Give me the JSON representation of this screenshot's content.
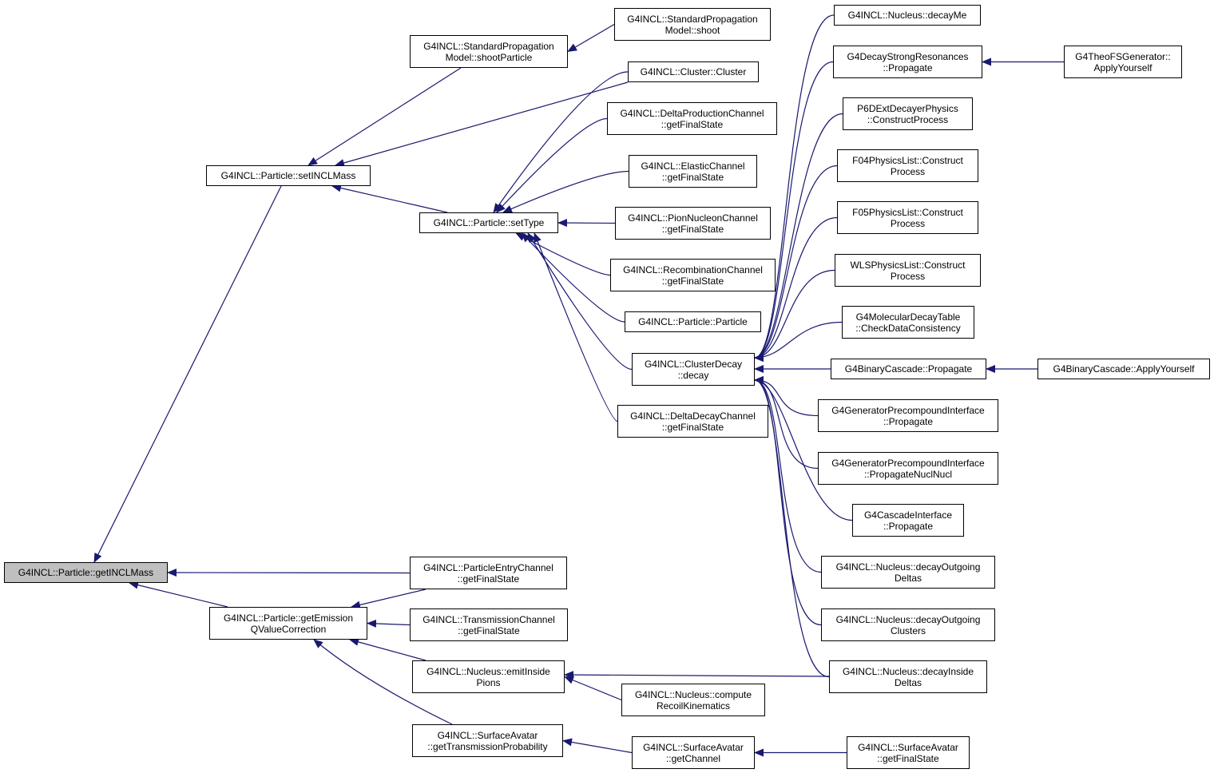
{
  "diagram": {
    "nodes": [
      {
        "id": "root",
        "lines": [
          "G4INCL::Particle::getINCLMass"
        ],
        "root": true
      },
      {
        "id": "setINCLMass",
        "lines": [
          "G4INCL::Particle::setINCLMass"
        ]
      },
      {
        "id": "getEmission",
        "lines": [
          "G4INCL::Particle::getEmission",
          "QValueCorrection"
        ]
      },
      {
        "id": "shootParticle",
        "lines": [
          "G4INCL::StandardPropagation",
          "Model::shootParticle"
        ]
      },
      {
        "id": "shoot",
        "lines": [
          "G4INCL::StandardPropagation",
          "Model::shoot"
        ]
      },
      {
        "id": "clusterCluster",
        "lines": [
          "G4INCL::Cluster::Cluster"
        ]
      },
      {
        "id": "setType",
        "lines": [
          "G4INCL::Particle::setType"
        ]
      },
      {
        "id": "deltaProd",
        "lines": [
          "G4INCL::DeltaProductionChannel",
          "::getFinalState"
        ]
      },
      {
        "id": "elastic",
        "lines": [
          "G4INCL::ElasticChannel",
          "::getFinalState"
        ]
      },
      {
        "id": "pionNucleon",
        "lines": [
          "G4INCL::PionNucleonChannel",
          "::getFinalState"
        ]
      },
      {
        "id": "recombination",
        "lines": [
          "G4INCL::RecombinationChannel",
          "::getFinalState"
        ]
      },
      {
        "id": "particleParticle",
        "lines": [
          "G4INCL::Particle::Particle"
        ]
      },
      {
        "id": "clusterDecay",
        "lines": [
          "G4INCL::ClusterDecay",
          "::decay"
        ]
      },
      {
        "id": "deltaDecay",
        "lines": [
          "G4INCL::DeltaDecayChannel",
          "::getFinalState"
        ]
      },
      {
        "id": "nucleusDecayMe",
        "lines": [
          "G4INCL::Nucleus::decayMe"
        ]
      },
      {
        "id": "strongRes",
        "lines": [
          "G4DecayStrongResonances",
          "::Propagate"
        ]
      },
      {
        "id": "theoFS",
        "lines": [
          "G4TheoFSGenerator::",
          "ApplyYourself"
        ]
      },
      {
        "id": "p6d",
        "lines": [
          "P6DExtDecayerPhysics",
          "::ConstructProcess"
        ]
      },
      {
        "id": "f04",
        "lines": [
          "F04PhysicsList::Construct",
          "Process"
        ]
      },
      {
        "id": "f05",
        "lines": [
          "F05PhysicsList::Construct",
          "Process"
        ]
      },
      {
        "id": "wls",
        "lines": [
          "WLSPhysicsList::Construct",
          "Process"
        ]
      },
      {
        "id": "molecular",
        "lines": [
          "G4MolecularDecayTable",
          "::CheckDataConsistency"
        ]
      },
      {
        "id": "binaryProp",
        "lines": [
          "G4BinaryCascade::Propagate"
        ]
      },
      {
        "id": "binaryApply",
        "lines": [
          "G4BinaryCascade::ApplyYourself"
        ]
      },
      {
        "id": "genPrecompound",
        "lines": [
          "G4GeneratorPrecompoundInterface",
          "::Propagate"
        ]
      },
      {
        "id": "genPrecompoundNN",
        "lines": [
          "G4GeneratorPrecompoundInterface",
          "::PropagateNuclNucl"
        ]
      },
      {
        "id": "cascadeInterface",
        "lines": [
          "G4CascadeInterface",
          "::Propagate"
        ]
      },
      {
        "id": "decayOutDeltas",
        "lines": [
          "G4INCL::Nucleus::decayOutgoing",
          "Deltas"
        ]
      },
      {
        "id": "decayOutClusters",
        "lines": [
          "G4INCL::Nucleus::decayOutgoing",
          "Clusters"
        ]
      },
      {
        "id": "decayInsideDeltas",
        "lines": [
          "G4INCL::Nucleus::decayInside",
          "Deltas"
        ]
      },
      {
        "id": "particleEntry",
        "lines": [
          "G4INCL::ParticleEntryChannel",
          "::getFinalState"
        ]
      },
      {
        "id": "transmission",
        "lines": [
          "G4INCL::TransmissionChannel",
          "::getFinalState"
        ]
      },
      {
        "id": "emitInside",
        "lines": [
          "G4INCL::Nucleus::emitInside",
          "Pions"
        ]
      },
      {
        "id": "recoil",
        "lines": [
          "G4INCL::Nucleus::compute",
          "RecoilKinematics"
        ]
      },
      {
        "id": "transProb",
        "lines": [
          "G4INCL::SurfaceAvatar",
          "::getTransmissionProbability"
        ]
      },
      {
        "id": "surfChannel",
        "lines": [
          "G4INCL::SurfaceAvatar",
          "::getChannel"
        ]
      },
      {
        "id": "surfFinal",
        "lines": [
          "G4INCL::SurfaceAvatar",
          "::getFinalState"
        ]
      }
    ],
    "edges": [
      {
        "from": "setINCLMass",
        "to": "root"
      },
      {
        "from": "particleEntry",
        "to": "root"
      },
      {
        "from": "getEmission",
        "to": "root"
      },
      {
        "from": "shootParticle",
        "to": "setINCLMass"
      },
      {
        "from": "clusterCluster",
        "to": "setINCLMass"
      },
      {
        "from": "setType",
        "to": "setINCLMass"
      },
      {
        "from": "shoot",
        "to": "shootParticle"
      },
      {
        "from": "clusterCluster",
        "to": "setType"
      },
      {
        "from": "deltaProd",
        "to": "setType"
      },
      {
        "from": "elastic",
        "to": "setType"
      },
      {
        "from": "pionNucleon",
        "to": "setType"
      },
      {
        "from": "recombination",
        "to": "setType"
      },
      {
        "from": "particleParticle",
        "to": "setType"
      },
      {
        "from": "clusterDecay",
        "to": "setType"
      },
      {
        "from": "deltaDecay",
        "to": "setType"
      },
      {
        "from": "nucleusDecayMe",
        "to": "clusterDecay"
      },
      {
        "from": "strongRes",
        "to": "clusterDecay"
      },
      {
        "from": "p6d",
        "to": "clusterDecay"
      },
      {
        "from": "f04",
        "to": "clusterDecay"
      },
      {
        "from": "f05",
        "to": "clusterDecay"
      },
      {
        "from": "wls",
        "to": "clusterDecay"
      },
      {
        "from": "molecular",
        "to": "clusterDecay"
      },
      {
        "from": "binaryProp",
        "to": "clusterDecay"
      },
      {
        "from": "genPrecompound",
        "to": "clusterDecay"
      },
      {
        "from": "genPrecompoundNN",
        "to": "clusterDecay"
      },
      {
        "from": "cascadeInterface",
        "to": "clusterDecay"
      },
      {
        "from": "decayOutDeltas",
        "to": "clusterDecay"
      },
      {
        "from": "decayOutClusters",
        "to": "clusterDecay"
      },
      {
        "from": "decayInsideDeltas",
        "to": "clusterDecay"
      },
      {
        "from": "theoFS",
        "to": "strongRes"
      },
      {
        "from": "binaryApply",
        "to": "binaryProp"
      },
      {
        "from": "particleEntry",
        "to": "getEmission"
      },
      {
        "from": "transmission",
        "to": "getEmission"
      },
      {
        "from": "emitInside",
        "to": "getEmission"
      },
      {
        "from": "transProb",
        "to": "getEmission"
      },
      {
        "from": "decayInsideDeltas",
        "to": "emitInside"
      },
      {
        "from": "recoil",
        "to": "emitInside"
      },
      {
        "from": "surfChannel",
        "to": "transProb"
      },
      {
        "from": "surfFinal",
        "to": "surfChannel"
      }
    ],
    "colors": {
      "edge": "#191970",
      "node_border": "#000000",
      "root_fill": "#bfbfbf",
      "node_fill": "#ffffff"
    }
  }
}
